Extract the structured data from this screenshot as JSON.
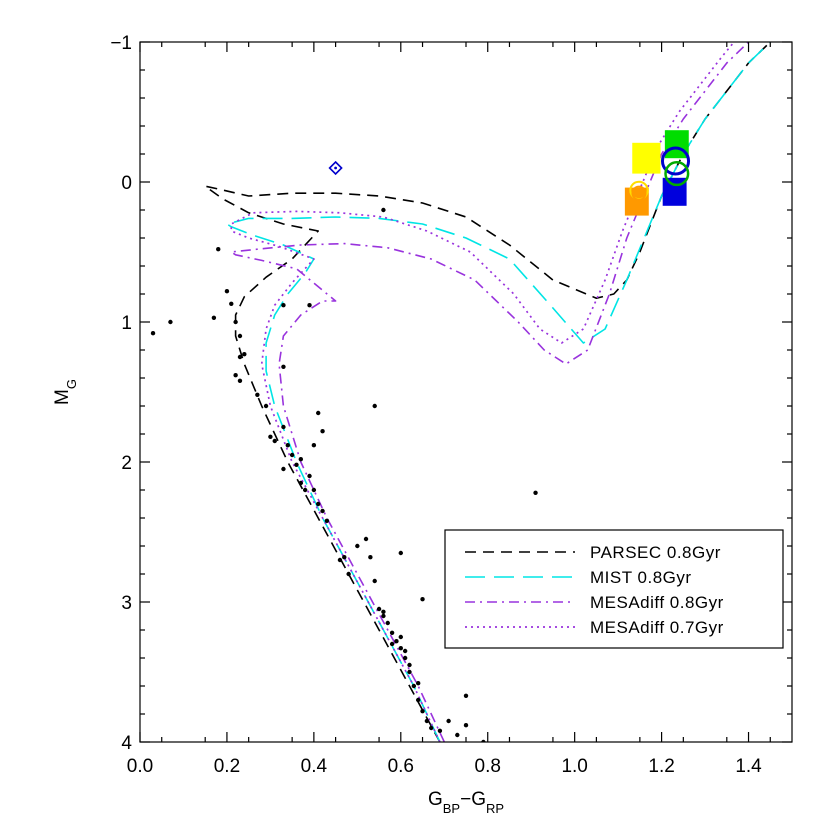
{
  "chart_data": {
    "type": "scatter",
    "title": "",
    "xlabel": {
      "main": "G",
      "sub1": "BP",
      "sep": "−G",
      "sub2": "RP"
    },
    "ylabel": {
      "main": "M",
      "sub": "G"
    },
    "xlim": [
      0.0,
      1.5
    ],
    "ylim": [
      4.0,
      -1.0
    ],
    "y_inverted": true,
    "grid": false,
    "legend_position": "bottom-right",
    "x_ticks": [
      {
        "v": 0.0,
        "label": "0.0"
      },
      {
        "v": 0.2,
        "label": "0.2"
      },
      {
        "v": 0.4,
        "label": "0.4"
      },
      {
        "v": 0.6,
        "label": "0.6"
      },
      {
        "v": 0.8,
        "label": "0.8"
      },
      {
        "v": 1.0,
        "label": "1.0"
      },
      {
        "v": 1.2,
        "label": "1.2"
      },
      {
        "v": 1.4,
        "label": "1.4"
      }
    ],
    "y_ticks": [
      {
        "v": -1,
        "label": "−1"
      },
      {
        "v": 0,
        "label": "0"
      },
      {
        "v": 1,
        "label": "1"
      },
      {
        "v": 2,
        "label": "2"
      },
      {
        "v": 3,
        "label": "3"
      },
      {
        "v": 4,
        "label": "4"
      }
    ],
    "series": [
      {
        "name": "PARSEC 0.8Gyr",
        "color": "#000000",
        "dash": "11,7",
        "width": 1.6,
        "x": [
          0.69,
          0.62,
          0.55,
          0.48,
          0.41,
          0.34,
          0.28,
          0.24,
          0.22,
          0.22,
          0.24,
          0.29,
          0.35,
          0.41,
          0.33,
          0.25,
          0.19,
          0.15,
          0.18,
          0.25,
          0.35,
          0.45,
          0.55,
          0.65,
          0.75,
          0.85,
          0.95,
          1.05,
          1.09,
          1.12,
          1.15,
          1.2,
          1.25,
          1.3,
          1.35,
          1.4,
          1.45
        ],
        "y": [
          4.0,
          3.6,
          3.2,
          2.8,
          2.4,
          2.0,
          1.6,
          1.3,
          1.1,
          0.95,
          0.82,
          0.68,
          0.55,
          0.35,
          0.3,
          0.22,
          0.12,
          0.03,
          0.05,
          0.1,
          0.08,
          0.08,
          0.1,
          0.15,
          0.25,
          0.45,
          0.7,
          0.83,
          0.8,
          0.7,
          0.5,
          0.1,
          -0.2,
          -0.45,
          -0.65,
          -0.85,
          -1.0
        ]
      },
      {
        "name": "MIST 0.8Gyr",
        "color": "#00e5e5",
        "dash": "20,9",
        "width": 1.6,
        "x": [
          0.69,
          0.63,
          0.56,
          0.49,
          0.42,
          0.36,
          0.31,
          0.29,
          0.29,
          0.31,
          0.34,
          0.38,
          0.4,
          0.33,
          0.26,
          0.21,
          0.2,
          0.25,
          0.35,
          0.45,
          0.55,
          0.65,
          0.75,
          0.85,
          0.95,
          1.02,
          1.07,
          1.12,
          1.16,
          1.2,
          1.25,
          1.3,
          1.35,
          1.4,
          1.45,
          1.5
        ],
        "y": [
          4.0,
          3.6,
          3.2,
          2.8,
          2.4,
          2.0,
          1.6,
          1.35,
          1.15,
          0.95,
          0.8,
          0.65,
          0.55,
          0.45,
          0.38,
          0.32,
          0.3,
          0.26,
          0.26,
          0.25,
          0.26,
          0.3,
          0.4,
          0.55,
          0.9,
          1.15,
          1.05,
          0.7,
          0.4,
          0.1,
          -0.2,
          -0.45,
          -0.65,
          -0.85,
          -1.0,
          -1.05
        ]
      },
      {
        "name": "MESAdiff 0.8Gyr",
        "color": "#9933dd",
        "dash": "10,5,2,5",
        "width": 1.6,
        "x": [
          0.7,
          0.64,
          0.57,
          0.5,
          0.43,
          0.37,
          0.33,
          0.32,
          0.33,
          0.37,
          0.42,
          0.45,
          0.36,
          0.28,
          0.22,
          0.21,
          0.27,
          0.37,
          0.47,
          0.57,
          0.67,
          0.77,
          0.87,
          0.93,
          0.98,
          1.03,
          1.08,
          1.12,
          1.16,
          1.2,
          1.25,
          1.3,
          1.35,
          1.4,
          1.44
        ],
        "y": [
          4.0,
          3.6,
          3.2,
          2.8,
          2.4,
          2.0,
          1.6,
          1.3,
          1.1,
          0.95,
          0.85,
          0.85,
          0.62,
          0.56,
          0.52,
          0.5,
          0.48,
          0.45,
          0.44,
          0.47,
          0.55,
          0.7,
          1.0,
          1.2,
          1.3,
          1.2,
          0.8,
          0.4,
          0.1,
          -0.2,
          -0.45,
          -0.65,
          -0.85,
          -1.0,
          -1.05
        ]
      },
      {
        "name": "MESAdiff 0.7Gyr",
        "color": "#9933dd",
        "dash": "2,4",
        "width": 1.7,
        "x": [
          0.69,
          0.63,
          0.56,
          0.49,
          0.42,
          0.35,
          0.3,
          0.28,
          0.29,
          0.31,
          0.35,
          0.4,
          0.32,
          0.25,
          0.21,
          0.21,
          0.26,
          0.36,
          0.46,
          0.56,
          0.66,
          0.76,
          0.86,
          0.92,
          0.97,
          1.02,
          1.07,
          1.11,
          1.15,
          1.19,
          1.24,
          1.29,
          1.34,
          1.38,
          1.42
        ],
        "y": [
          4.0,
          3.6,
          3.2,
          2.8,
          2.4,
          2.0,
          1.6,
          1.3,
          1.05,
          0.88,
          0.72,
          0.55,
          0.46,
          0.4,
          0.35,
          0.3,
          0.22,
          0.21,
          0.22,
          0.25,
          0.35,
          0.5,
          0.8,
          1.05,
          1.15,
          1.05,
          0.7,
          0.35,
          0.05,
          -0.25,
          -0.5,
          -0.7,
          -0.9,
          -1.05,
          -1.1
        ]
      }
    ],
    "points": [
      [
        0.03,
        1.08
      ],
      [
        0.07,
        1.0
      ],
      [
        0.17,
        0.97
      ],
      [
        0.18,
        0.48
      ],
      [
        0.2,
        0.78
      ],
      [
        0.21,
        0.87
      ],
      [
        0.22,
        1.0
      ],
      [
        0.23,
        1.1
      ],
      [
        0.23,
        1.25
      ],
      [
        0.24,
        1.23
      ],
      [
        0.22,
        1.38
      ],
      [
        0.23,
        1.42
      ],
      [
        0.27,
        1.52
      ],
      [
        0.29,
        1.6
      ],
      [
        0.3,
        1.82
      ],
      [
        0.31,
        1.85
      ],
      [
        0.33,
        1.75
      ],
      [
        0.34,
        1.88
      ],
      [
        0.35,
        1.95
      ],
      [
        0.33,
        2.05
      ],
      [
        0.36,
        2.02
      ],
      [
        0.37,
        2.15
      ],
      [
        0.38,
        2.2
      ],
      [
        0.39,
        2.1
      ],
      [
        0.37,
        1.98
      ],
      [
        0.4,
        2.2
      ],
      [
        0.41,
        2.3
      ],
      [
        0.42,
        2.35
      ],
      [
        0.33,
        1.32
      ],
      [
        0.39,
        0.88
      ],
      [
        0.33,
        0.88
      ],
      [
        0.41,
        1.65
      ],
      [
        0.42,
        1.78
      ],
      [
        0.4,
        1.88
      ],
      [
        0.43,
        2.42
      ],
      [
        0.46,
        2.7
      ],
      [
        0.47,
        2.68
      ],
      [
        0.48,
        2.8
      ],
      [
        0.5,
        2.6
      ],
      [
        0.52,
        2.55
      ],
      [
        0.53,
        2.68
      ],
      [
        0.54,
        2.85
      ],
      [
        0.55,
        3.05
      ],
      [
        0.56,
        3.1
      ],
      [
        0.57,
        3.15
      ],
      [
        0.58,
        3.22
      ],
      [
        0.59,
        3.28
      ],
      [
        0.6,
        3.33
      ],
      [
        0.61,
        3.4
      ],
      [
        0.62,
        3.5
      ],
      [
        0.63,
        3.6
      ],
      [
        0.64,
        3.7
      ],
      [
        0.65,
        3.78
      ],
      [
        0.66,
        3.85
      ],
      [
        0.67,
        3.9
      ],
      [
        0.69,
        3.92
      ],
      [
        0.71,
        3.85
      ],
      [
        0.73,
        3.95
      ],
      [
        0.75,
        3.88
      ],
      [
        0.75,
        3.67
      ],
      [
        0.79,
        4.0
      ],
      [
        0.56,
        3.07
      ],
      [
        0.58,
        3.3
      ],
      [
        0.6,
        3.25
      ],
      [
        0.61,
        3.35
      ],
      [
        0.62,
        3.45
      ],
      [
        0.64,
        3.58
      ],
      [
        0.65,
        2.98
      ],
      [
        0.6,
        2.65
      ],
      [
        0.54,
        1.6
      ],
      [
        0.91,
        2.22
      ],
      [
        0.56,
        0.2
      ]
    ],
    "special_markers": [
      {
        "kind": "diamond",
        "x": 0.45,
        "y": -0.1,
        "color": "#0000cc"
      },
      {
        "kind": "square",
        "x": 1.165,
        "y": -0.17,
        "color": "#ffff00",
        "w": 0.065,
        "h": 0.22
      },
      {
        "kind": "square",
        "x": 1.235,
        "y": -0.27,
        "color": "#00dd00",
        "w": 0.055,
        "h": 0.2
      },
      {
        "kind": "square",
        "x": 1.143,
        "y": 0.14,
        "color": "#ff9900",
        "w": 0.055,
        "h": 0.2
      },
      {
        "kind": "square",
        "x": 1.23,
        "y": 0.07,
        "color": "#0000dd",
        "w": 0.055,
        "h": 0.2
      },
      {
        "kind": "circle",
        "x": 1.232,
        "y": -0.15,
        "color": "#0000cc",
        "r": 0.03,
        "width": 3
      },
      {
        "kind": "circle",
        "x": 1.235,
        "y": -0.06,
        "color": "#00aa00",
        "r": 0.026,
        "width": 2.5
      },
      {
        "kind": "circle",
        "x": 1.148,
        "y": 0.06,
        "color": "#ffdd00",
        "r": 0.02,
        "width": 2
      },
      {
        "kind": "circle",
        "x": 1.148,
        "y": 0.08,
        "color": "#ff9900",
        "r": 0.015,
        "width": 2
      }
    ]
  }
}
